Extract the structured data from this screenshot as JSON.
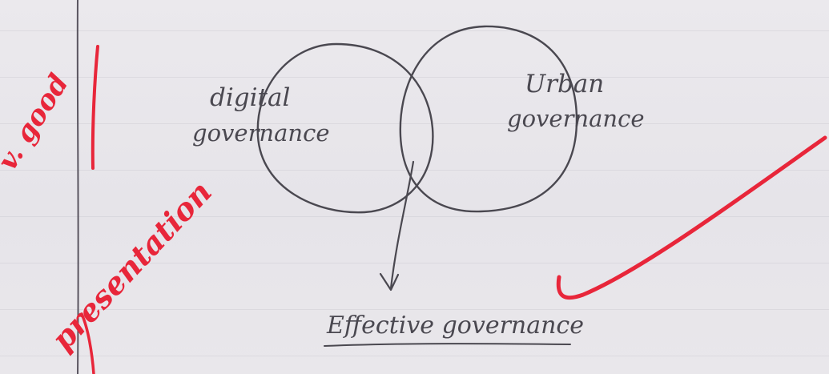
{
  "diagram": {
    "left_circle_label_line1": "digital",
    "left_circle_label_line2": "governance",
    "right_circle_label_line1": "Urban",
    "right_circle_label_line2": "governance",
    "result_label": "Effective governance"
  },
  "annotation": {
    "remark_line1": "v. good",
    "remark_line2": "presentation"
  },
  "colors": {
    "ink": "#4a4850",
    "teacher_red": "#e8263a",
    "paper": "#e8e6ea",
    "margin_line": "#5a5560"
  },
  "icons": {
    "tick_mark": "check-mark-icon",
    "arrow": "arrow-down-icon"
  }
}
